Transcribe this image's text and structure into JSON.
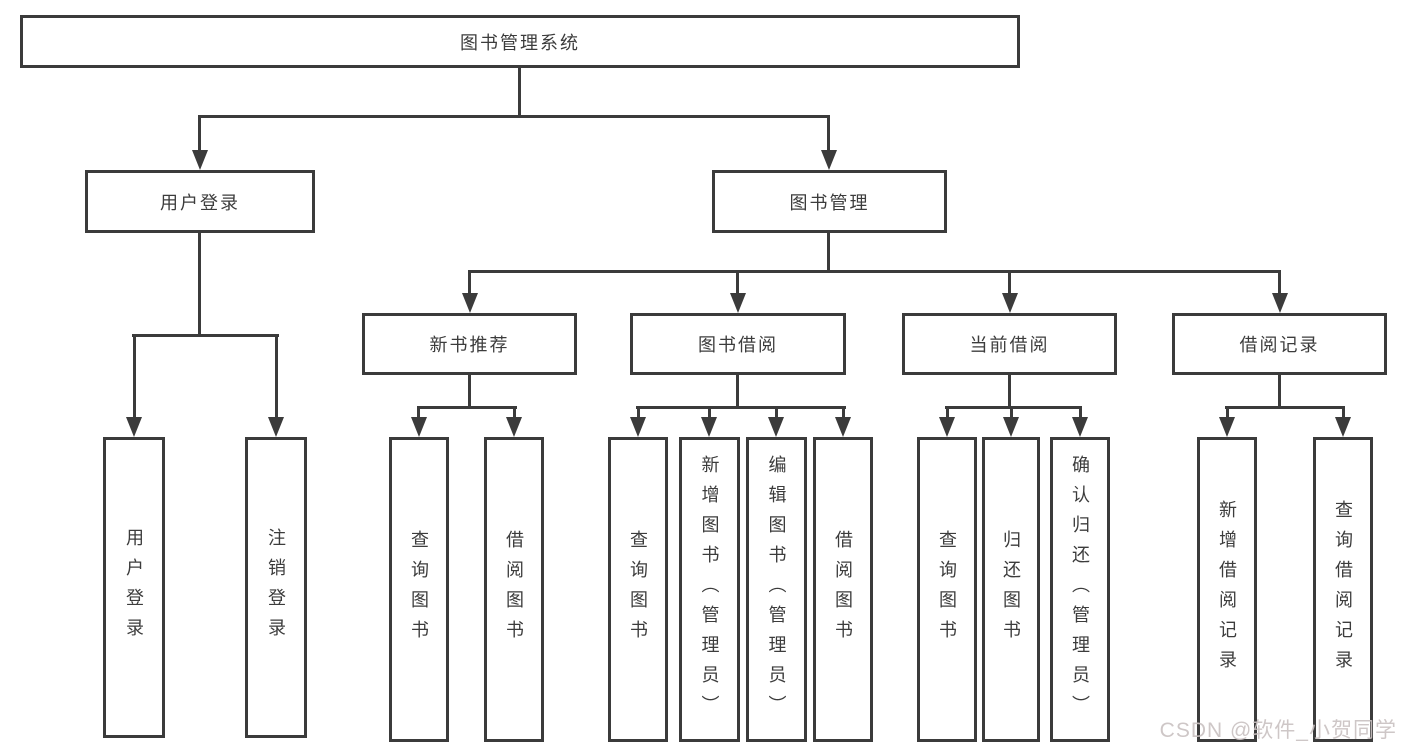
{
  "tree": {
    "root": {
      "label": "图书管理系统"
    },
    "branches": [
      {
        "label": "用户登录",
        "children": [
          {
            "label": "用户登录"
          },
          {
            "label": "注销登录"
          }
        ]
      },
      {
        "label": "图书管理",
        "children": [
          {
            "label": "新书推荐",
            "children": [
              {
                "label": "查询图书"
              },
              {
                "label": "借阅图书"
              }
            ]
          },
          {
            "label": "图书借阅",
            "children": [
              {
                "label": "查询图书"
              },
              {
                "label": "新增图书（管理员）"
              },
              {
                "label": "编辑图书（管理员）"
              },
              {
                "label": "借阅图书"
              }
            ]
          },
          {
            "label": "当前借阅",
            "children": [
              {
                "label": "查询图书"
              },
              {
                "label": "归还图书"
              },
              {
                "label": "确认归还（管理员）"
              }
            ]
          },
          {
            "label": "借阅记录",
            "children": [
              {
                "label": "新增借阅记录"
              },
              {
                "label": "查询借阅记录"
              }
            ]
          }
        ]
      }
    ]
  },
  "watermark": {
    "text": "CSDN @软件_小贺同学"
  },
  "colors": {
    "line": "#3b3b3b",
    "text": "#3c3c3c",
    "watermark": "#c9c1c1",
    "background": "#ffffff"
  }
}
